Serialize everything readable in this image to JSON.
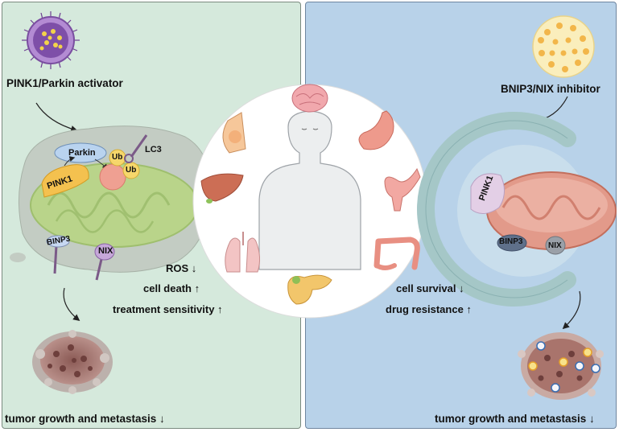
{
  "left": {
    "activator_label": "PINK1/Parkin activator",
    "parkin": "Parkin",
    "ub1": "Ub",
    "ub2": "Ub",
    "lc3": "LC3",
    "pink1": "PINK1",
    "binp3": "BINP3",
    "nix": "NIX",
    "effects": [
      "ROS ↓",
      "cell death ↑",
      "treatment sensitivity ↑"
    ],
    "outcome": "tumor growth and metastasis ↓"
  },
  "right": {
    "inhibitor_label": "BNIP3/NIX inhibitor",
    "pink1": "PINK1",
    "binp3": "BINP3",
    "nix": "NIX",
    "effects": [
      "cell survival ↓",
      "drug resistance ↑"
    ],
    "outcome": "tumor growth and metastasis ↓"
  },
  "colors": {
    "left_bg": "#d5e9dc",
    "right_bg": "#b8d2e9",
    "mito_green": "#b9d48a",
    "mito_red": "#e29a8a",
    "nanoparticle_purple": "#9b6fc0",
    "nanoparticle_yellow": "#f4d57c"
  }
}
